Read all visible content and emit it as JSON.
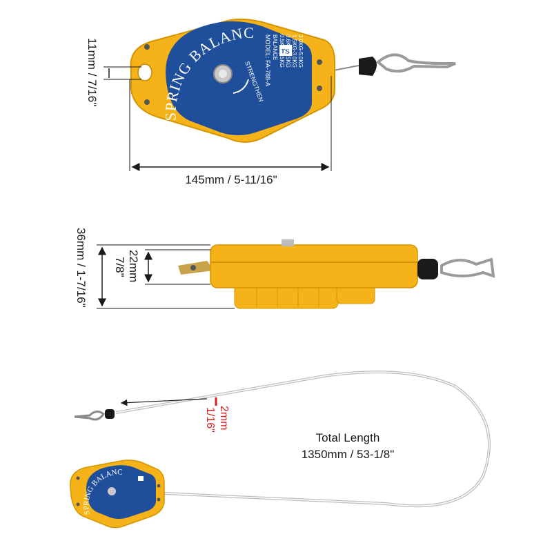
{
  "product": {
    "name_arc": "SPRING BALANCER",
    "model": "MODEL: FA-788-A",
    "balance_title": "BALANCE",
    "balance_ranges": [
      "0.5KG-1.5KG",
      "0.6KG-2.5KG",
      "1.5KG-3.0KG",
      "3.0KG-5.0KG"
    ],
    "strengthen": "STRENGTHEN",
    "logo_text": "TS"
  },
  "dimensions": {
    "width": "145mm / 5-11/16\"",
    "hole": "11mm / 7/16\"",
    "total_height": "36mm / 1-7/16\"",
    "body_height_mm": "22mm",
    "body_height_in": "7/8\"",
    "cable_diameter_mm": "2mm",
    "cable_diameter_in": "1/16\"",
    "total_length_title": "Total Length",
    "total_length_value": "1350mm / 53-1/8\""
  },
  "colors": {
    "housing": "#f5b319",
    "housing_dark": "#d49400",
    "face": "#1f4e9a",
    "dim_line": "#1a1a1a",
    "red": "#d8201e"
  }
}
